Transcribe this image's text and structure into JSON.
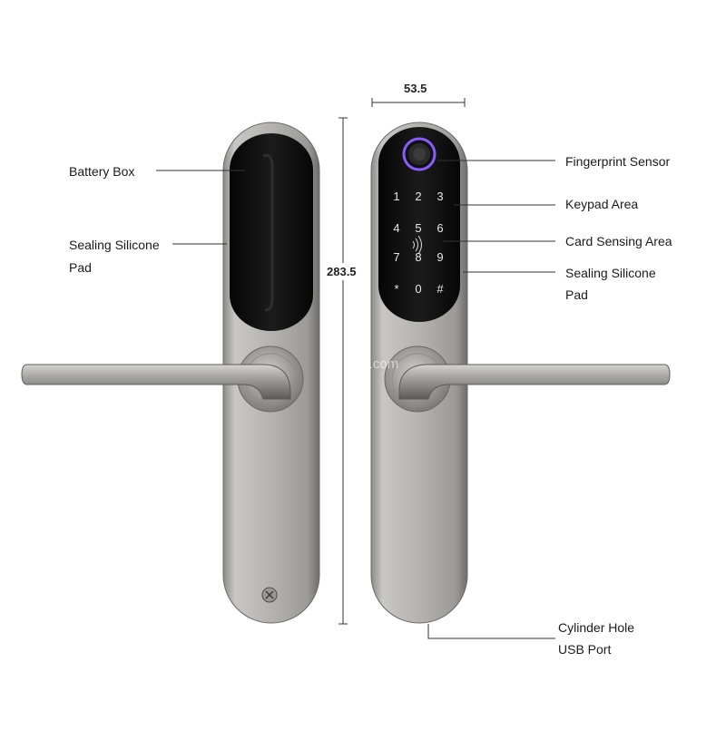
{
  "labels": {
    "battery_box": "Battery Box",
    "sealing_left_line1": "Sealing Silicone",
    "sealing_left_line2": "Pad",
    "fingerprint": "Fingerprint Sensor",
    "keypad": "Keypad Area",
    "card": "Card Sensing Area",
    "sealing_right_line1": "Sealing Silicone",
    "sealing_right_line2": "Pad",
    "cylinder_line1": "Cylinder Hole",
    "cylinder_line2": "USB Port"
  },
  "dimensions": {
    "width": "53.5",
    "height": "283.5"
  },
  "keypad_keys": [
    "1",
    "2",
    "3",
    "4",
    "5",
    "6",
    "7",
    "8",
    "9",
    "*",
    "0",
    "#"
  ],
  "watermark": "szvians.com",
  "colors": {
    "panel_silver": "#b8b6b3",
    "panel_dark": "#7a7875",
    "glass_black": "#121212",
    "fingerprint_ring": "#8a5cff"
  }
}
